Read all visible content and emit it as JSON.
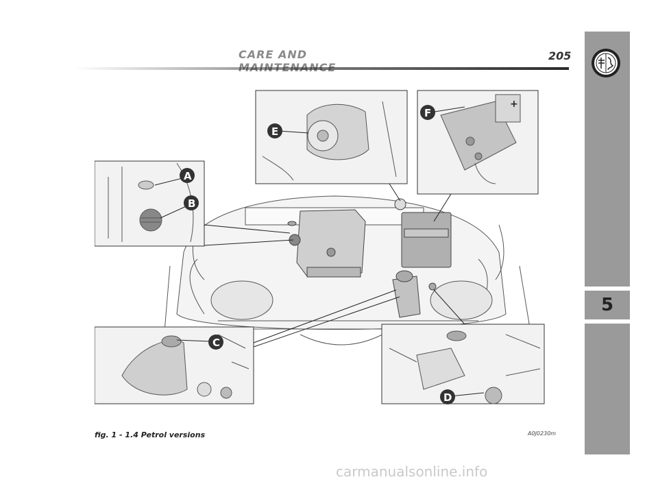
{
  "header": {
    "title": "CARE AND MAINTENANCE",
    "page_number": "205"
  },
  "side_tab": {
    "chapter": "5"
  },
  "figure": {
    "labels": [
      "A",
      "B",
      "C",
      "D",
      "E",
      "F"
    ],
    "battery_plus": "+",
    "caption": "fig. 1 - 1.4 Petrol versions",
    "code": "A0J0230m"
  },
  "watermark": "carmanualsonline.info",
  "colors": {
    "side_tab": "#9a9a9a",
    "label_badge": "#333333",
    "header_title": "#8a8a8a"
  }
}
